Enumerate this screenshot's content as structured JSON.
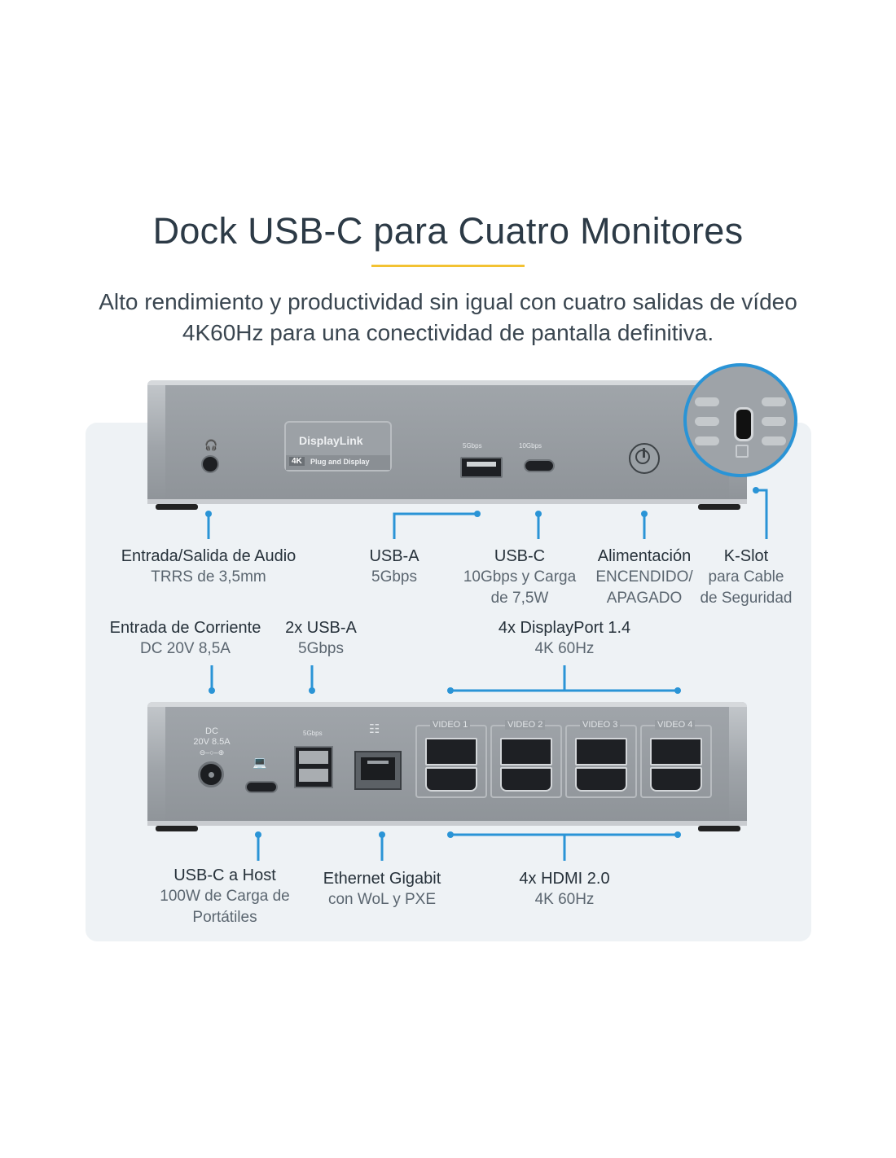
{
  "header": {
    "title": "Dock USB-C para Cuatro Monitores",
    "subtitle_line1": "Alto rendimiento y productividad sin igual con cuatro salidas de vídeo",
    "subtitle_line2": "4K60Hz para una conectividad de pantalla definitiva."
  },
  "front_panel": {
    "logo_line1": "DisplayLink",
    "logo_4k": "4K",
    "logo_line2": "Plug and Display",
    "usba_speed": "5Gbps",
    "usbc_speed": "10Gbps",
    "labels": [
      {
        "id": "audio",
        "title": "Entrada/Salida de Audio",
        "desc": [
          "TRRS de 3,5mm"
        ]
      },
      {
        "id": "usba",
        "title": "USB-A",
        "desc": [
          "5Gbps"
        ]
      },
      {
        "id": "usbc",
        "title": "USB-C",
        "desc": [
          "10Gbps y Carga",
          "de 7,5W"
        ]
      },
      {
        "id": "power",
        "title": "Alimentación",
        "desc": [
          "ENCENDIDO/",
          "APAGADO"
        ]
      },
      {
        "id": "kslot",
        "title": "K-Slot",
        "desc": [
          "para Cable",
          "de Seguridad"
        ]
      }
    ]
  },
  "rear_panel": {
    "dc_line1": "DC",
    "dc_line2": "20V 8.5A",
    "usba_speed": "5Gbps",
    "video_labels": [
      "VIDEO 1",
      "VIDEO 2",
      "VIDEO 3",
      "VIDEO 4"
    ],
    "top_labels": [
      {
        "id": "dc",
        "title": "Entrada de Corriente",
        "desc": [
          "DC 20V 8,5A"
        ]
      },
      {
        "id": "usba2",
        "title": "2x USB-A",
        "desc": [
          "5Gbps"
        ]
      },
      {
        "id": "dp",
        "title": "4x DisplayPort 1.4",
        "desc": [
          "4K 60Hz"
        ]
      }
    ],
    "bottom_labels": [
      {
        "id": "usbc_host",
        "title": "USB-C a Host",
        "desc": [
          "100W de Carga de",
          "Portátiles"
        ]
      },
      {
        "id": "ethernet",
        "title": "Ethernet Gigabit",
        "desc": [
          "con WoL y PXE"
        ]
      },
      {
        "id": "hdmi",
        "title": "4x HDMI 2.0",
        "desc": [
          "4K 60Hz"
        ]
      }
    ]
  },
  "colors": {
    "accent_line": "#f3c232",
    "connector": "#2a94d6",
    "panel_bg": "#eef2f5"
  }
}
